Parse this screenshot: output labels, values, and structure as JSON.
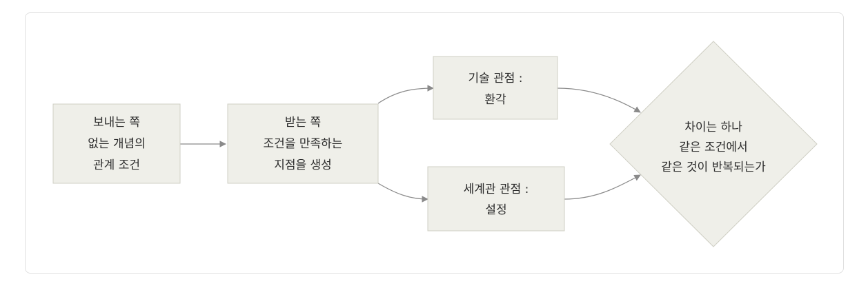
{
  "diagram": {
    "nodes": {
      "sender": {
        "lines": [
          "보내는 쪽",
          "없는 개념의",
          "관계 조건"
        ]
      },
      "receiver": {
        "lines": [
          "받는 쪽",
          "조건을 만족하는",
          "지점을 생성"
        ]
      },
      "tech_view": {
        "lines": [
          "기술 관점 :",
          "환각"
        ]
      },
      "world_view": {
        "lines": [
          "세계관 관점 :",
          "설정"
        ]
      },
      "question": {
        "lines": [
          "차이는 하나",
          "같은 조건에서",
          "같은 것이 반복되는가"
        ]
      }
    },
    "colors": {
      "node_fill": "#efefe9",
      "node_stroke": "#cfcfc4",
      "edge": "#8a8a8a",
      "text": "#2b2b2b"
    }
  }
}
